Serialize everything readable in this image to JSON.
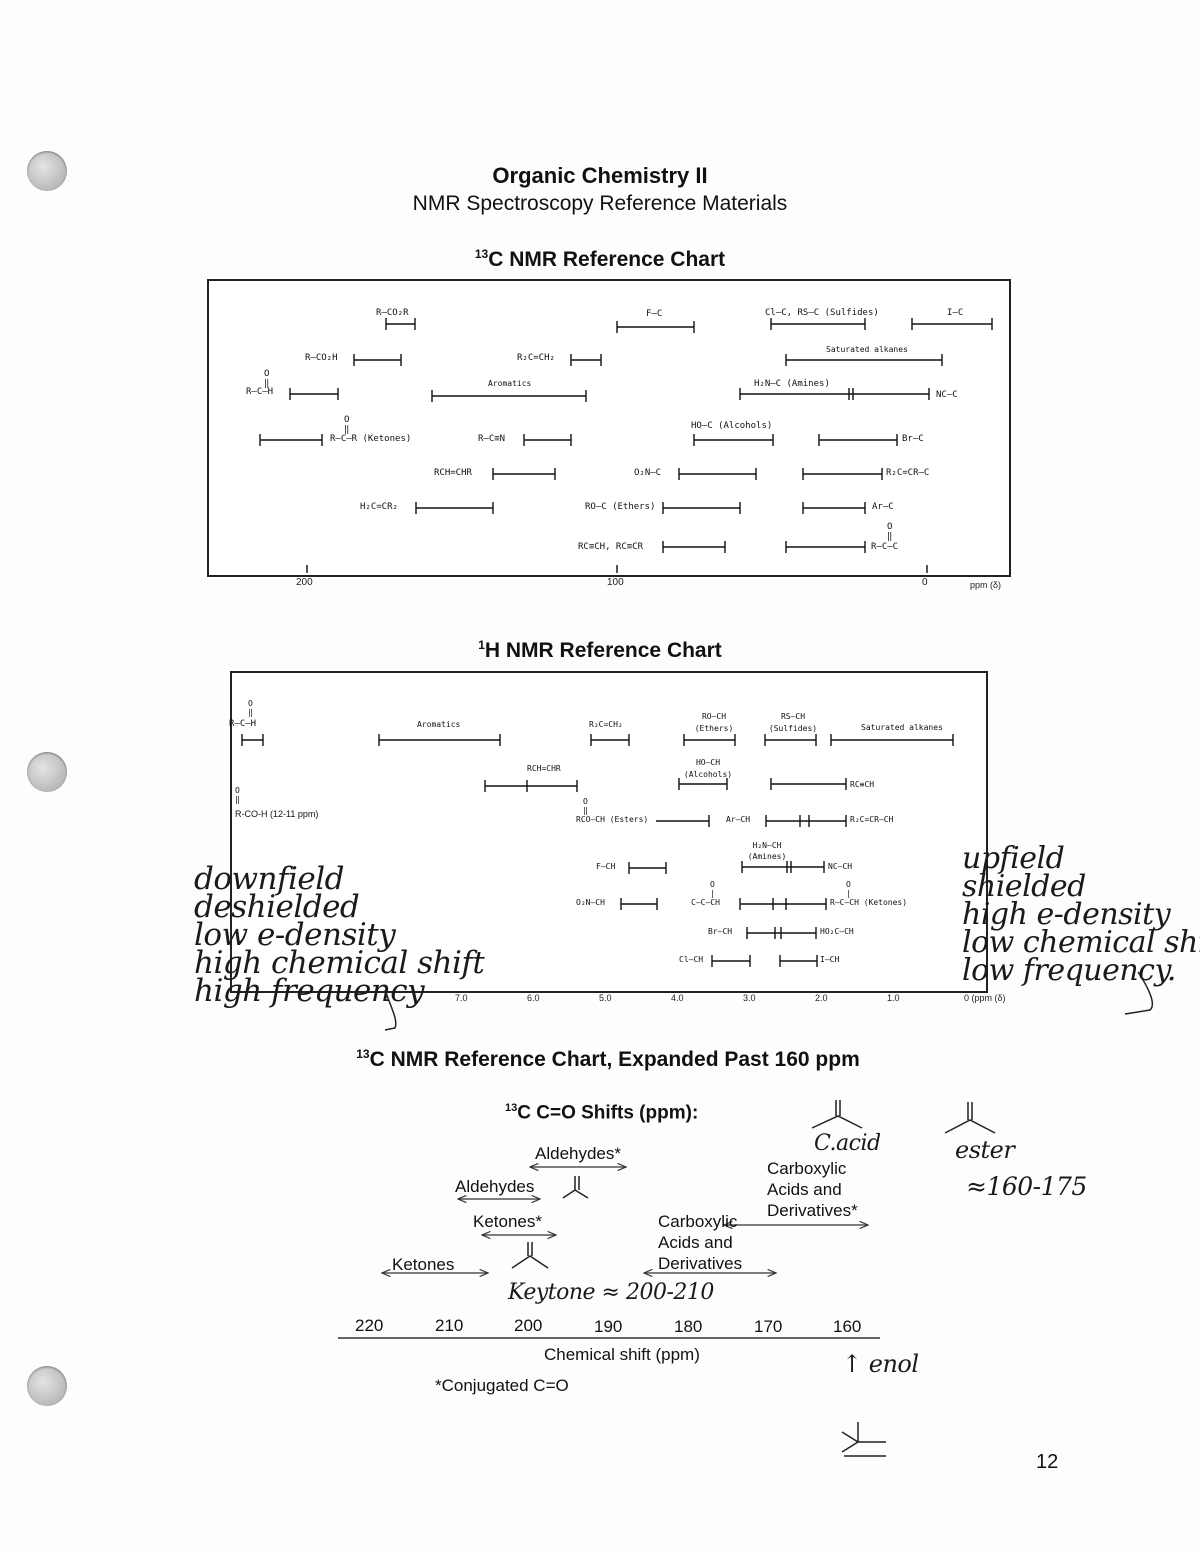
{
  "header": {
    "title": "Organic Chemistry II",
    "subtitle": "NMR Spectroscopy Reference Materials"
  },
  "c13_chart": {
    "title_sup": "13",
    "title": "C NMR Reference Chart",
    "labels": {
      "rco2r": "R–CO₂R",
      "fc": "F–C",
      "clc": "Cl–C, RS–C (Sulfides)",
      "ic": "I–C",
      "rco2h": "R–CO₂H",
      "r2cch2": "R₂C=CH₂",
      "sat": "Saturated alkanes",
      "aldehyde": "R–C–H",
      "aromatics": "Aromatics",
      "amines": "H₂N–C (Amines)",
      "ncc": "NC–C",
      "ketones": "R–C–R (Ketones)",
      "alkyne_n": "R–C≡N",
      "alcohols": "HO–C (Alcohols)",
      "brc": "Br–C",
      "rchchr": "RCH=CHR",
      "o2nc": "O₂N–C",
      "r2ccrc": "R₂C=CR–C",
      "h2ccr2": "H₂C=CR₂",
      "ethers": "RO–C (Ethers)",
      "arc": "Ar–C",
      "alkynes": "RC≡CH, RC≡CR",
      "rcoc": "R–C–C"
    },
    "ticks": [
      "200",
      "100",
      "0",
      "ppm (δ)"
    ]
  },
  "h1_chart": {
    "title_sup": "1",
    "title": "H NMR Reference Chart",
    "labels": {
      "aldehyde": "R–C–H",
      "aromatics": "Aromatics",
      "allylic": "R₂C=CH₂",
      "ethers": "RO–CH (Ethers)",
      "sulfides": "RS–CH (Sulfides)",
      "sat": "Saturated alkanes",
      "vinyl": "RCH=CHR",
      "alcohols": "HO–CH (Alcohols)",
      "alkyne": "RC≡CH",
      "acid": "R-CO-H (12-11 ppm)",
      "esters": "RCO–CH (Esters)",
      "arch": "Ar–CH",
      "allyl2": "R₂C=CR–CH",
      "amines": "H₂N–CH (Amines)",
      "fch": "F–CH",
      "ncch": "NC–CH",
      "o2nch": "O₂N–CH",
      "carbonyl": "C–C–CH",
      "ketones": "R–C–CH (Ketones)",
      "brch": "Br–CH",
      "acidch": "HO₂C–CH",
      "clch": "Cl–CH",
      "ich": "I–CH"
    },
    "ticks": [
      "7.0",
      "6.0",
      "5.0",
      "4.0",
      "3.0",
      "2.0",
      "1.0",
      "0 (ppm (δ)"
    ]
  },
  "expanded_chart": {
    "title_sup": "13",
    "title": "C NMR Reference Chart, Expanded Past 160 ppm",
    "heading_sup": "13",
    "heading": "C C=O Shifts (ppm):",
    "labels": {
      "aldehydes_conj": "Aldehydes*",
      "aldehydes": "Aldehydes",
      "ketones_conj": "Ketones*",
      "ketones": "Ketones",
      "carboxylic": "Carboxylic",
      "acids_and": "Acids and",
      "derivatives": "Derivatives",
      "carboxylic_conj": "Carboxylic",
      "acids_and_conj": "Acids and",
      "derivatives_conj": "Derivatives*"
    },
    "scale": [
      "220",
      "210",
      "200",
      "190",
      "180",
      "170",
      "160"
    ],
    "xlabel": "Chemical shift (ppm)",
    "footnote": "*Conjugated C=O"
  },
  "handwriting": {
    "left": [
      "downfield",
      "deshielded",
      "low e-density",
      "high chemical shift",
      "high frequency"
    ],
    "right": [
      "upfield",
      "shielded",
      "high e-density",
      "low chemical shift",
      "low frequency."
    ],
    "acid_note": "C.acid",
    "ester_note": "ester",
    "ester_range": "≈160-175",
    "ketone_range": "Keytone ≈ 200-210",
    "enol": "↑ enol"
  },
  "page_number": "12"
}
